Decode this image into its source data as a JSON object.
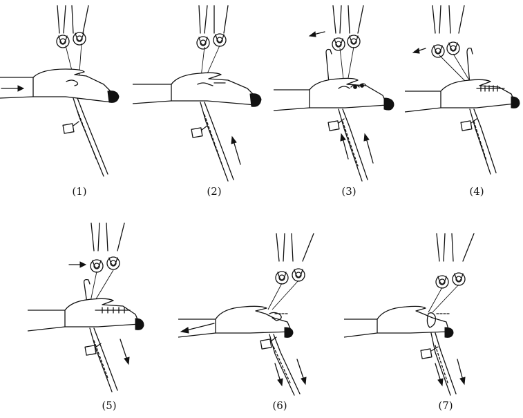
{
  "figure": {
    "panels": [
      {
        "label": "(1)"
      },
      {
        "label": "(2)"
      },
      {
        "label": "(3)"
      },
      {
        "label": "(4)"
      },
      {
        "label": "(5)"
      },
      {
        "label": "(6)"
      },
      {
        "label": "(7)"
      }
    ]
  }
}
